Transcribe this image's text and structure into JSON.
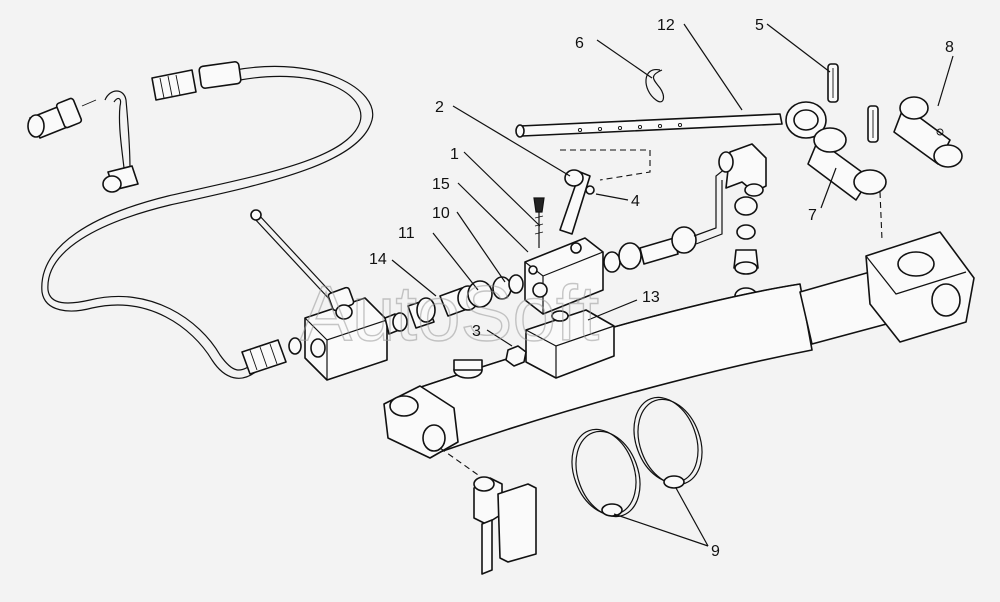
{
  "watermark": "AutoSoft",
  "callouts": [
    "1",
    "2",
    "3",
    "4",
    "5",
    "6",
    "7",
    "8",
    "9",
    "10",
    "11",
    "12",
    "13",
    "14",
    "15"
  ],
  "colors": {
    "ink": "#111111",
    "background": "#f3f3f3",
    "watermark": "#9a9a9a"
  }
}
